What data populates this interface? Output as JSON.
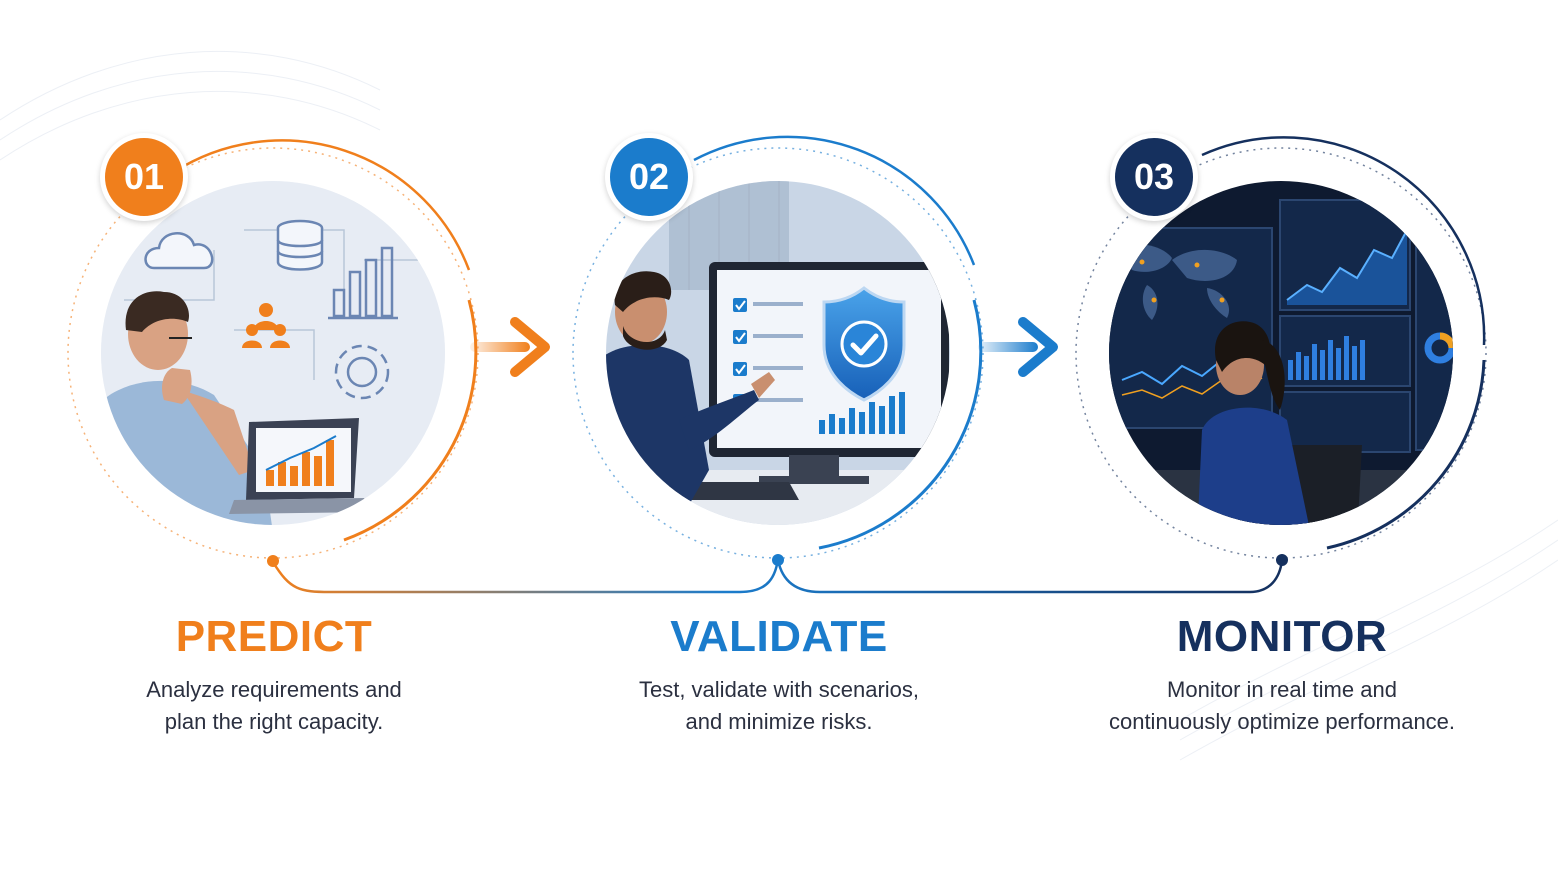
{
  "colors": {
    "predict": "#f07f1c",
    "validate": "#1b7ccc",
    "monitor": "#15305e",
    "text": "#2b3040"
  },
  "steps": [
    {
      "number": "01",
      "title": "PREDICT",
      "description_lines": [
        "Analyze requirements and",
        "plan the right capacity."
      ],
      "scene_icons": [
        "cloud-icon",
        "database-icon",
        "bar-chart-icon",
        "team-icon",
        "gear-icon",
        "laptop-chart-icon"
      ]
    },
    {
      "number": "02",
      "title": "VALIDATE",
      "description_lines": [
        "Test, validate with scenarios,",
        "and minimize risks."
      ],
      "scene_icons": [
        "checklist-icon",
        "shield-check-icon",
        "bar-chart-icon"
      ]
    },
    {
      "number": "03",
      "title": "MONITOR",
      "description_lines": [
        "Monitor in real time and",
        "continuously optimize performance."
      ],
      "scene_icons": [
        "world-map-icon",
        "line-chart-icon",
        "donut-chart-icon"
      ]
    }
  ],
  "connectors": [
    "arrow-right-icon",
    "arrow-right-icon"
  ]
}
